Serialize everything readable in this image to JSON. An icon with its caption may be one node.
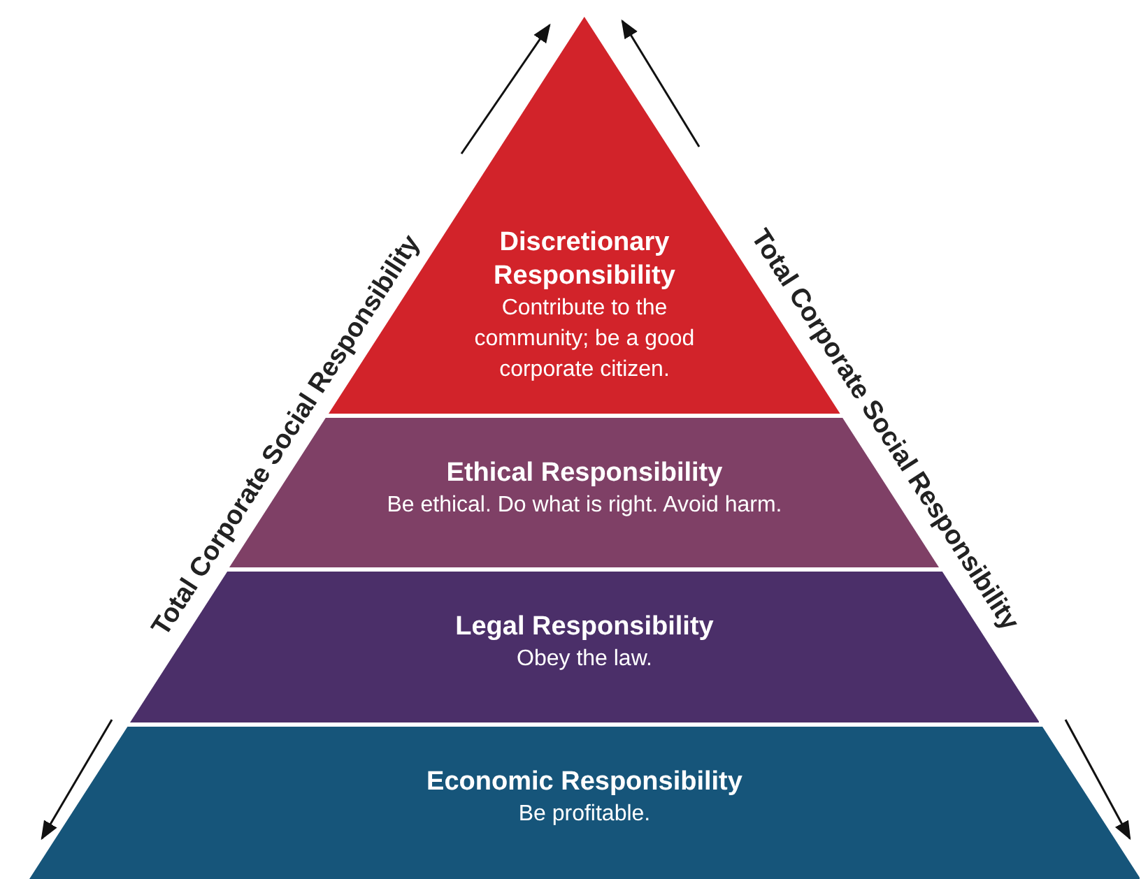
{
  "diagram": {
    "nodes": [
      {
        "text": [
          "Discretionary Responsibility",
          "Contribute to the community; be a good corporate citizen."
        ]
      },
      {
        "text": [
          "Ethical Responsibility",
          "Be ethical. Do what is right. Avoid harm."
        ]
      },
      {
        "text": [
          "Legal Responsibility",
          "Obey the law."
        ]
      },
      {
        "text": [
          "Economic Responsibility",
          "Be profitable."
        ]
      }
    ],
    "labels": [
      "Total Corporate Social Responsibility",
      "Total Corporate Social Responsibility"
    ]
  }
}
